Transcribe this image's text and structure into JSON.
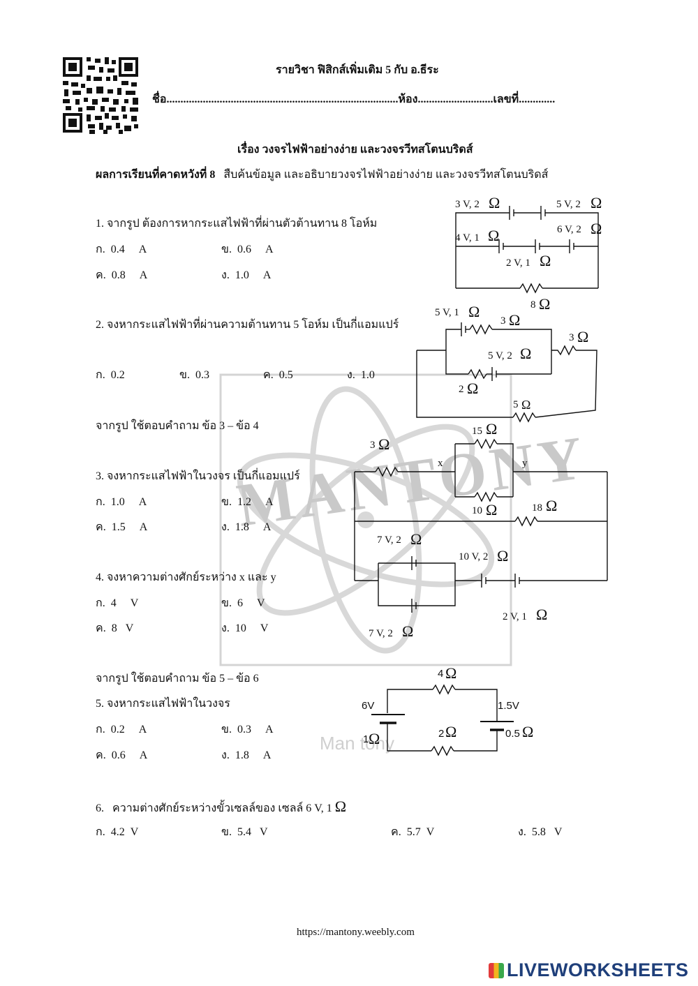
{
  "header": {
    "course": "รายวิชา ฟิสิกส์เพิ่มเติม 5 กับ อ.ธีระ",
    "name_line": "ชื่อ...................................................................................ห้อง...........................เลขที่............."
  },
  "topic": "เรื่อง วงจรไฟฟ้าอย่างง่าย และวงจรวีทสโตนบริดส์",
  "objective_label": "ผลการเรียนที่คาดหวังที่ 8",
  "objective_text": "สืบค้นข้อมูล และอธิบายวงจรไฟฟ้าอย่างง่าย และวงจรวีทสโตนบริดส์",
  "questions": [
    {
      "text": "1.   จากรูป ต้องการหากระแสไฟฟ้าที่ผ่านตัวต้านทาน 8 โอห์ม",
      "options": [
        "ก.  0.4     A",
        "ข.  0.6     A",
        "ค.  0.8     A",
        "ง.  1.0     A"
      ]
    },
    {
      "text": "2.   จงหากระแสไฟฟ้าที่ผ่านความต้านทาน 5 โอห์ม เป็นกี่แอมแปร์",
      "options": [
        "ก.  0.2",
        "ข.  0.3",
        "ค.  0.5",
        "ง.  1.0"
      ]
    },
    {
      "text": "3.   จงหากระแสไฟฟ้าในวงจร เป็นกี่แอมแปร์",
      "options": [
        "ก.  1.0     A",
        "ข.  1.2     A",
        "ค.  1.5     A",
        "ง.  1.8     A"
      ]
    },
    {
      "text": "4.   จงหาความต่างศักย์ระหว่าง x และ y",
      "options": [
        "ก.  4     V",
        "ข.  6     V",
        "ค.  8   V",
        "ง.  10     V"
      ]
    },
    {
      "text": "5.   จงหากระแสไฟฟ้าในวงจร",
      "options": [
        "ก.  0.2     A",
        "ข.  0.3     A",
        "ค.  0.6     A",
        "ง.  1.8     A"
      ]
    },
    {
      "text": "6.   ความต่างศักย์ระหว่างขั้วเซลล์ของ เซลล์ 6 V, 1 ",
      "options": [
        "ก.  4.2  V",
        "ข.  5.4   V",
        "ค.  5.7  V",
        "ง.  5.8   V"
      ]
    }
  ],
  "group_labels": {
    "q3_4": "จากรูป ใช้ตอบคำถาม ข้อ 3 – ข้อ 4",
    "q5_6": "จากรูป ใช้ตอบคำถาม ข้อ 5 – ข้อ 6"
  },
  "ohm_symbol": "Ω",
  "circuit1": {
    "labels": [
      "3 V, 2",
      "5 V, 2",
      "4 V, 1",
      "6 V, 2",
      "2 V, 1",
      "8"
    ]
  },
  "circuit2": {
    "labels": [
      "5 V, 1",
      "3",
      "3",
      "5 V, 2",
      "2",
      "5"
    ]
  },
  "circuit3": {
    "labels": [
      "3",
      "15",
      "x",
      "y",
      "10",
      "18",
      "7 V, 2",
      "10 V, 2",
      "2 V, 1",
      "7 V, 2"
    ]
  },
  "circuit4": {
    "labels": [
      "4",
      "6V",
      "1.5V",
      "1",
      "2",
      "0.5"
    ]
  },
  "watermark": {
    "main": "MANTONY",
    "small": "Man tony"
  },
  "footer": {
    "url": "https://mantony.weebly.com",
    "brand": "LIVEWORKSHEETS"
  },
  "colors": {
    "brand": "#1f3f7a",
    "watermark": "#c9c9c9"
  },
  "icons": [
    "qr-code-icon",
    "liveworksheets-logo-icon"
  ]
}
